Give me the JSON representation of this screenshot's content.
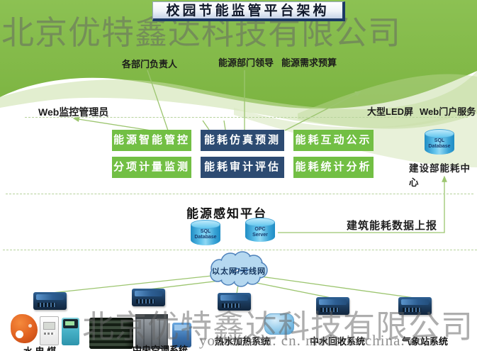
{
  "title": "校园节能监管平台架构",
  "watermarks": {
    "company": "北京优特鑫达科技有限公司",
    "site": "youtexinda. cn. made-in-china. com"
  },
  "roles": {
    "department_heads": "各部门负责人",
    "energy_dept_leader": "能源部门领导",
    "energy_demand_budget": "能源需求预算",
    "web_monitor_admin": "Web监控管理员",
    "led_screen": "大型LED屏",
    "web_portal": "Web门户服务"
  },
  "modules": [
    {
      "label": "能源智能管控",
      "style": "green"
    },
    {
      "label": "能耗仿真预测",
      "style": "navy"
    },
    {
      "label": "能耗互动公示",
      "style": "green"
    },
    {
      "label": "分项计量监测",
      "style": "green"
    },
    {
      "label": "能耗审计评估",
      "style": "navy"
    },
    {
      "label": "能耗统计分析",
      "style": "green"
    }
  ],
  "ministry": {
    "label": "建设部能耗中心",
    "db": {
      "line1": "SQL",
      "line2": "Database"
    }
  },
  "platform": {
    "title": "能源感知平台",
    "sql_db": {
      "line1": "SQL",
      "line2": "Database"
    },
    "opc": {
      "line1": "OPC",
      "line2": "Server"
    },
    "upload_label": "建筑能耗数据上报"
  },
  "network": {
    "cloud": "以太网/无线网"
  },
  "terminals": [
    {
      "label": "水 电 煤"
    },
    {
      "label": "中央空调系统"
    },
    {
      "label": "热水加热系统"
    },
    {
      "label": "中水回收系统"
    },
    {
      "label": "气象站系统"
    }
  ],
  "colors": {
    "band_green": "#84ba48",
    "module_green": "#72bf44",
    "module_navy": "#2d4b72",
    "cylinder_blue": "#3eaede",
    "cloud_fill": "#b5d8f0",
    "cloud_border": "#4f82bb",
    "connector_green": "#9cc56f",
    "watermark_gray": "#6e6e6e"
  }
}
